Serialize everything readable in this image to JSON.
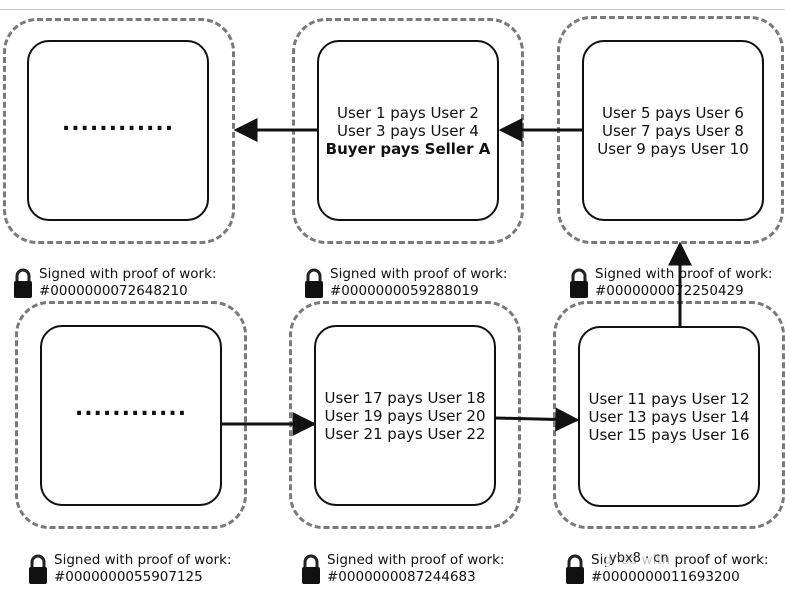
{
  "blocks": {
    "top_left": {
      "lines": [
        "............"
      ]
    },
    "top_mid": {
      "lines": [
        "User 1 pays User 2",
        "User 3 pays User 4",
        "Buyer pays Seller A"
      ]
    },
    "top_right": {
      "lines": [
        "User 5 pays User 6",
        "User 7 pays User 8",
        "User 9 pays User 10"
      ]
    },
    "bot_left": {
      "lines": [
        "............"
      ]
    },
    "bot_mid": {
      "lines": [
        "User 17 pays User 18",
        "User 19 pays User 20",
        "User 21 pays User 22"
      ]
    },
    "bot_right": {
      "lines": [
        "User 11 pays User 12",
        "User 13 pays User 14",
        "User 15 pays User 16"
      ]
    }
  },
  "signatures": {
    "label": "Signed with proof of work:",
    "top_left": "#0000000072648210",
    "top_mid": "#0000000059288019",
    "top_right": "#0000000072250429",
    "bot_left": "#0000000055907125",
    "bot_mid": "#0000000087244683",
    "bot_right": "#0000000011693200"
  },
  "watermark": {
    "text": "ybx8 · cn"
  },
  "colors": {
    "dashed_border": "#7a7a7a",
    "box_border": "#111111",
    "arrow": "#111111"
  }
}
